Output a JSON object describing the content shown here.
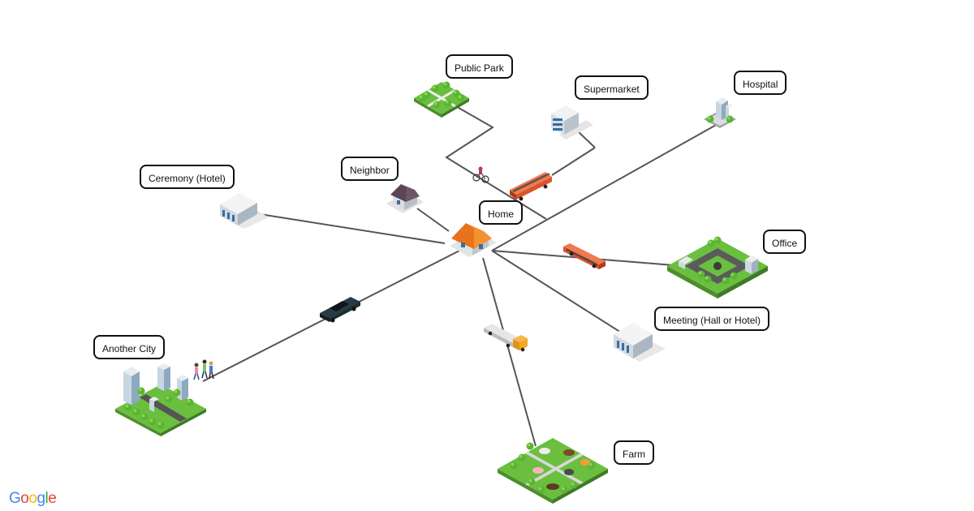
{
  "diagram": {
    "center": {
      "id": "home",
      "label": "Home"
    },
    "destinations": [
      {
        "id": "public-park",
        "label": "Public Park"
      },
      {
        "id": "supermarket",
        "label": "Supermarket"
      },
      {
        "id": "hospital",
        "label": "Hospital"
      },
      {
        "id": "neighbor",
        "label": "Neighbor"
      },
      {
        "id": "ceremony",
        "label": "Ceremony (Hotel)"
      },
      {
        "id": "office",
        "label": "Office"
      },
      {
        "id": "meeting",
        "label": "Meeting (Hall or Hotel)"
      },
      {
        "id": "another-city",
        "label": "Another City"
      },
      {
        "id": "farm",
        "label": "Farm"
      }
    ],
    "transport_icons": [
      "bicycle-icon",
      "bus-icon",
      "car-icon",
      "truck-icon",
      "pedestrians-icon"
    ]
  },
  "branding": {
    "logo_text": "Google",
    "colors": [
      "#4285F4",
      "#EA4335",
      "#FBBC05",
      "#4285F4",
      "#34A853",
      "#EA4335"
    ]
  },
  "colors": {
    "line": "#555555",
    "grass": "#6abf3f",
    "road": "#8a8a8a",
    "bus": "#d9532b",
    "roof_home": "#e8731c",
    "roof_neighbor": "#5a4654",
    "car": "#1d2b33",
    "truck_cab": "#f5a623"
  }
}
